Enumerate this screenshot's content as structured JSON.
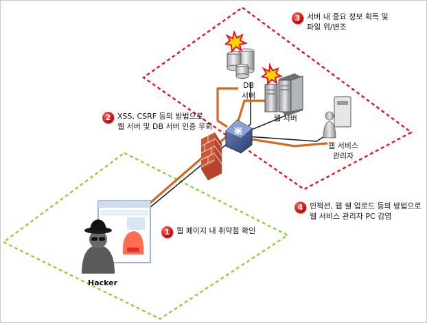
{
  "steps": [
    {
      "number": "1",
      "lines": [
        "웹 페이지 내 취약점 확인"
      ]
    },
    {
      "number": "2",
      "lines": [
        "XSS, CSRF 등의 방법으로",
        "웹 서버 및 DB 서버 인증 우회"
      ]
    },
    {
      "number": "3",
      "lines": [
        "서버 내 중요 정보 획득 및",
        "파일 위/변조"
      ]
    },
    {
      "number": "4",
      "lines": [
        "인젝션, 웹 쉘 업로드 등의 방법으로",
        "웹 서비스 관리자 PC 감염"
      ]
    }
  ],
  "nodes": {
    "db_server": {
      "lines": [
        "DB",
        "서버"
      ]
    },
    "web_server": {
      "label": "웹 서버"
    },
    "admin": {
      "lines": [
        "웹 서비스",
        "관리자"
      ]
    },
    "hacker": {
      "label": "Hacker"
    }
  },
  "colors": {
    "zone_red": "#e8111b",
    "zone_green": "#8fcf3c",
    "attack_path": "#d2691e",
    "badge": "#c80000"
  }
}
